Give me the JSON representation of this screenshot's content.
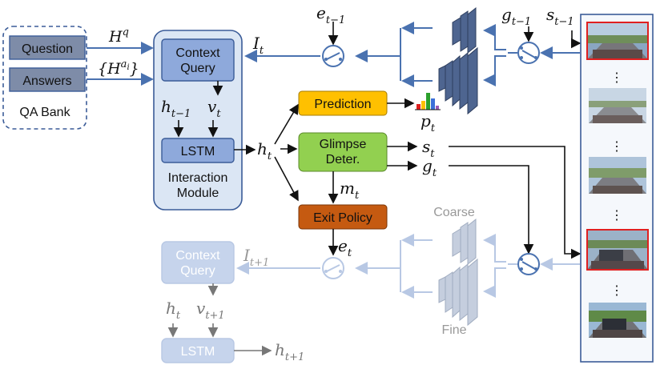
{
  "qa_bank": {
    "question": "Question",
    "answers": "Answers",
    "label": "QA Bank"
  },
  "interaction": {
    "context_query": "Context\nQuery",
    "h_prev": "h",
    "h_prev_sub": "t−1",
    "v": "v",
    "v_sub": "t",
    "lstm": "LSTM",
    "module_label": "Interaction\nModule"
  },
  "arrows_text": {
    "hq": "H",
    "hq_sup": "q",
    "ha_open": "{H",
    "ha_sup": "a",
    "ha_sup_sub": "i",
    "ha_close": "}",
    "it": "I",
    "it_sub": "t",
    "et_prev": "e",
    "et_prev_sub": "t−1",
    "gt_prev": "g",
    "gt_prev_sub": "t−1",
    "st_prev": "s",
    "st_prev_sub": "t−1",
    "ht": "h",
    "ht_sub": "t",
    "pt": "p",
    "pt_sub": "t",
    "st": "s",
    "st_sub": "t",
    "gt": "g",
    "gt_sub": "t",
    "mt": "m",
    "mt_sub": "t",
    "et": "e",
    "et_sub": "t",
    "it_next": "I",
    "it_next_sub": "t+1",
    "ht2": "h",
    "ht2_sub": "t",
    "v_next": "v",
    "v_next_sub": "t+1",
    "ht_next": "h",
    "ht_next_sub": "t+1"
  },
  "modules": {
    "prediction": "Prediction",
    "glimpse": "Glimpse\nDeter.",
    "exit_policy": "Exit Policy"
  },
  "future": {
    "context_query": "Context\nQuery",
    "lstm": "LSTM",
    "coarse": "Coarse",
    "fine": "Fine"
  },
  "frames": {
    "ellipsis": "⋮"
  },
  "colors": {
    "blue": "#4a72b0",
    "light_blue": "#dbe6f4",
    "query_fill": "#8ea9db",
    "prediction": "#ffc000",
    "glimpse": "#92d050",
    "exit": "#c55a11",
    "faded": "#b8c8e4",
    "red_frame": "#e02020"
  }
}
